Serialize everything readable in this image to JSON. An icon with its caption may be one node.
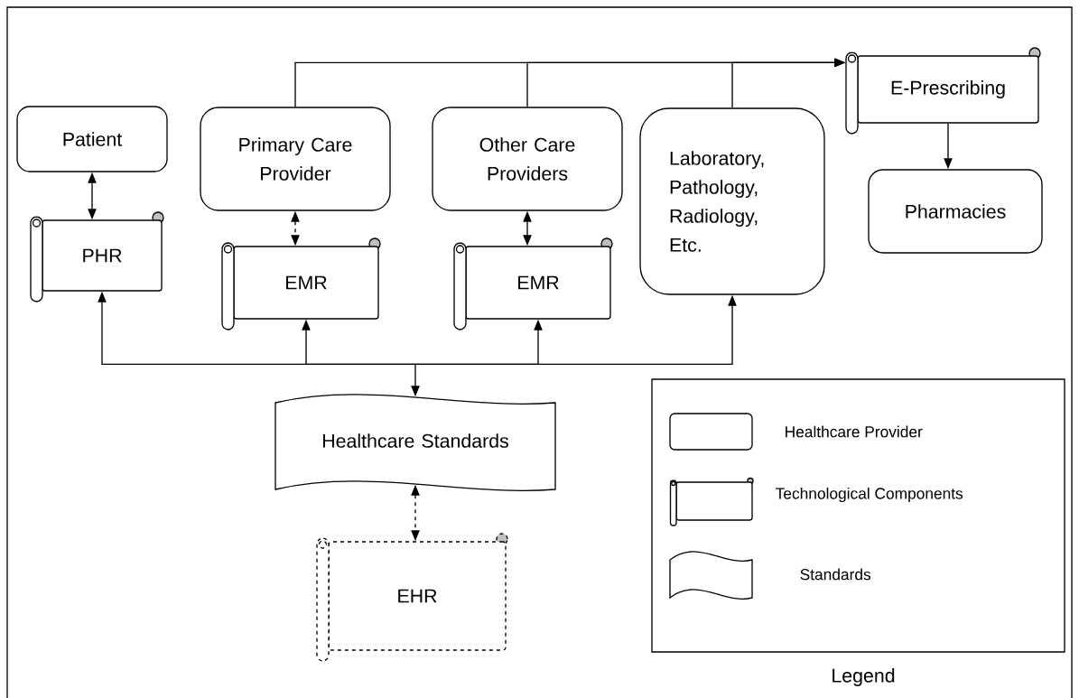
{
  "diagram": {
    "nodes": [
      {
        "text": [
          "Patient"
        ]
      },
      {
        "text": [
          "Primary Care Provider"
        ]
      },
      {
        "text": [
          "Other Care Providers"
        ]
      },
      {
        "text": [
          "Laboratory, Pathology, Radiology, Etc."
        ]
      },
      {
        "text": [
          "E-Prescribing"
        ]
      },
      {
        "text": [
          "Pharmacies"
        ]
      },
      {
        "text": [
          "PHR"
        ]
      },
      {
        "text": [
          "EMR"
        ]
      },
      {
        "text": [
          "EMR"
        ]
      },
      {
        "text": [
          "Healthcare Standards"
        ]
      },
      {
        "text": [
          "EHR"
        ]
      }
    ],
    "edges": [
      {
        "from": 1,
        "to": 4,
        "arrow": "to"
      },
      {
        "from": 2,
        "to": 4,
        "arrow": "to"
      },
      {
        "from": 3,
        "to": 4,
        "arrow": "to"
      },
      {
        "from": 4,
        "to": 5,
        "arrow": "to"
      },
      {
        "from": 0,
        "to": 6,
        "arrow": "both"
      },
      {
        "from": 1,
        "to": 7,
        "arrow": "both",
        "style": "dashed"
      },
      {
        "from": 2,
        "to": 8,
        "arrow": "both"
      },
      {
        "from": 9,
        "to": 6,
        "arrow": "both"
      },
      {
        "from": 9,
        "to": 7,
        "arrow": "both"
      },
      {
        "from": 9,
        "to": 8,
        "arrow": "both"
      },
      {
        "from": 9,
        "to": 3,
        "arrow": "both"
      },
      {
        "from": 9,
        "to": 10,
        "arrow": "both",
        "style": "dashed"
      }
    ],
    "labels": [
      "Legend"
    ],
    "legend": [
      {
        "text": "Healthcare Provider"
      },
      {
        "text": "Technological Components"
      },
      {
        "text": "Standards"
      }
    ]
  }
}
